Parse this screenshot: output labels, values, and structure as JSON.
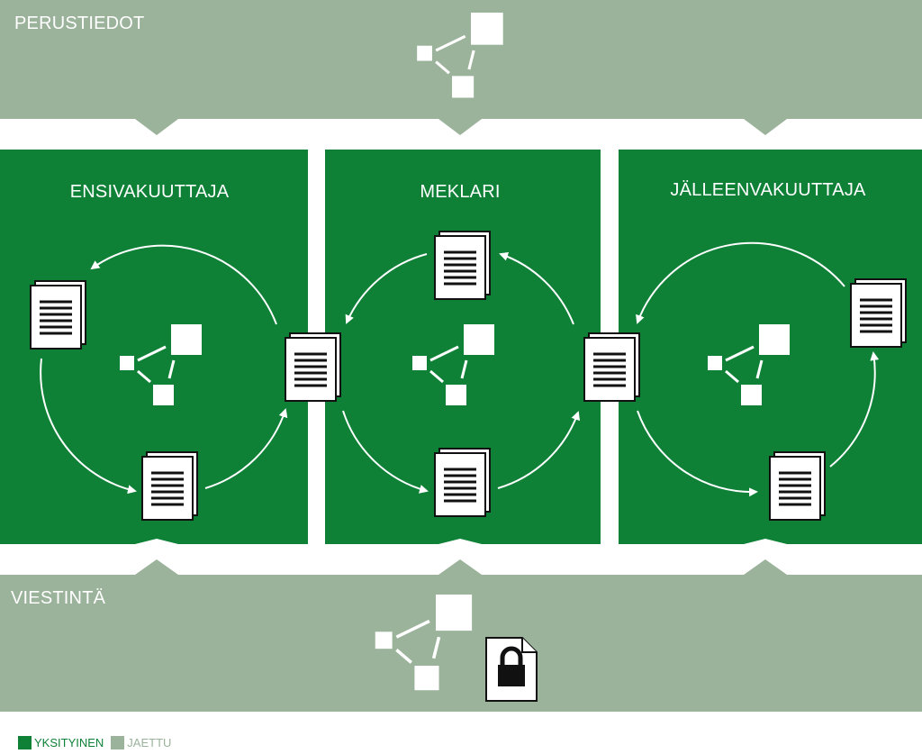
{
  "colors": {
    "private": "#0e8137",
    "shared": "#9bb29b",
    "white": "#ffffff",
    "legend_private_text": "#0e8137",
    "legend_shared_text": "#9bb29b"
  },
  "top_band": {
    "title": "PERUSTIEDOT",
    "icon": "network-icon"
  },
  "bottom_band": {
    "title": "VIESTINTÄ",
    "icons": [
      "network-icon",
      "locked-document-icon"
    ]
  },
  "panels": [
    {
      "title": "ENSIVAKUUTTAJA",
      "icon": "network-icon"
    },
    {
      "title": "MEKLARI",
      "icon": "network-icon"
    },
    {
      "title": "JÄLLEENVAKUUTTAJA",
      "icon": "network-icon"
    }
  ],
  "legend": [
    {
      "label": "YKSITYINEN",
      "color": "#0e8137"
    },
    {
      "label": "JAETTU",
      "color": "#9bb29b"
    }
  ]
}
